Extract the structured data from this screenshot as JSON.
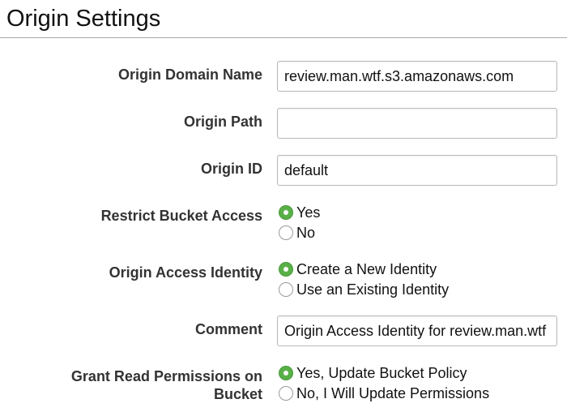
{
  "page": {
    "title": "Origin Settings"
  },
  "fields": {
    "origin_domain_name": {
      "label": "Origin Domain Name",
      "value": "review.man.wtf.s3.amazonaws.com"
    },
    "origin_path": {
      "label": "Origin Path",
      "value": ""
    },
    "origin_id": {
      "label": "Origin ID",
      "value": "default"
    },
    "restrict_bucket_access": {
      "label": "Restrict Bucket Access",
      "options": [
        {
          "label": "Yes",
          "selected": true
        },
        {
          "label": "No",
          "selected": false
        }
      ]
    },
    "origin_access_identity": {
      "label": "Origin Access Identity",
      "options": [
        {
          "label": "Create a New Identity",
          "selected": true
        },
        {
          "label": "Use an Existing Identity",
          "selected": false
        }
      ]
    },
    "comment": {
      "label": "Comment",
      "value": "Origin Access Identity for review.man.wtf"
    },
    "grant_read_permissions": {
      "label_line1": "Grant Read Permissions on",
      "label_line2": "Bucket",
      "options": [
        {
          "label": "Yes, Update Bucket Policy",
          "selected": true
        },
        {
          "label": "No, I Will Update Permissions",
          "selected": false
        }
      ]
    }
  },
  "colors": {
    "radio_selected": "#58b047",
    "label_text": "#333333",
    "input_border": "#b8b8b8",
    "title_rule": "#a9a9a9"
  }
}
